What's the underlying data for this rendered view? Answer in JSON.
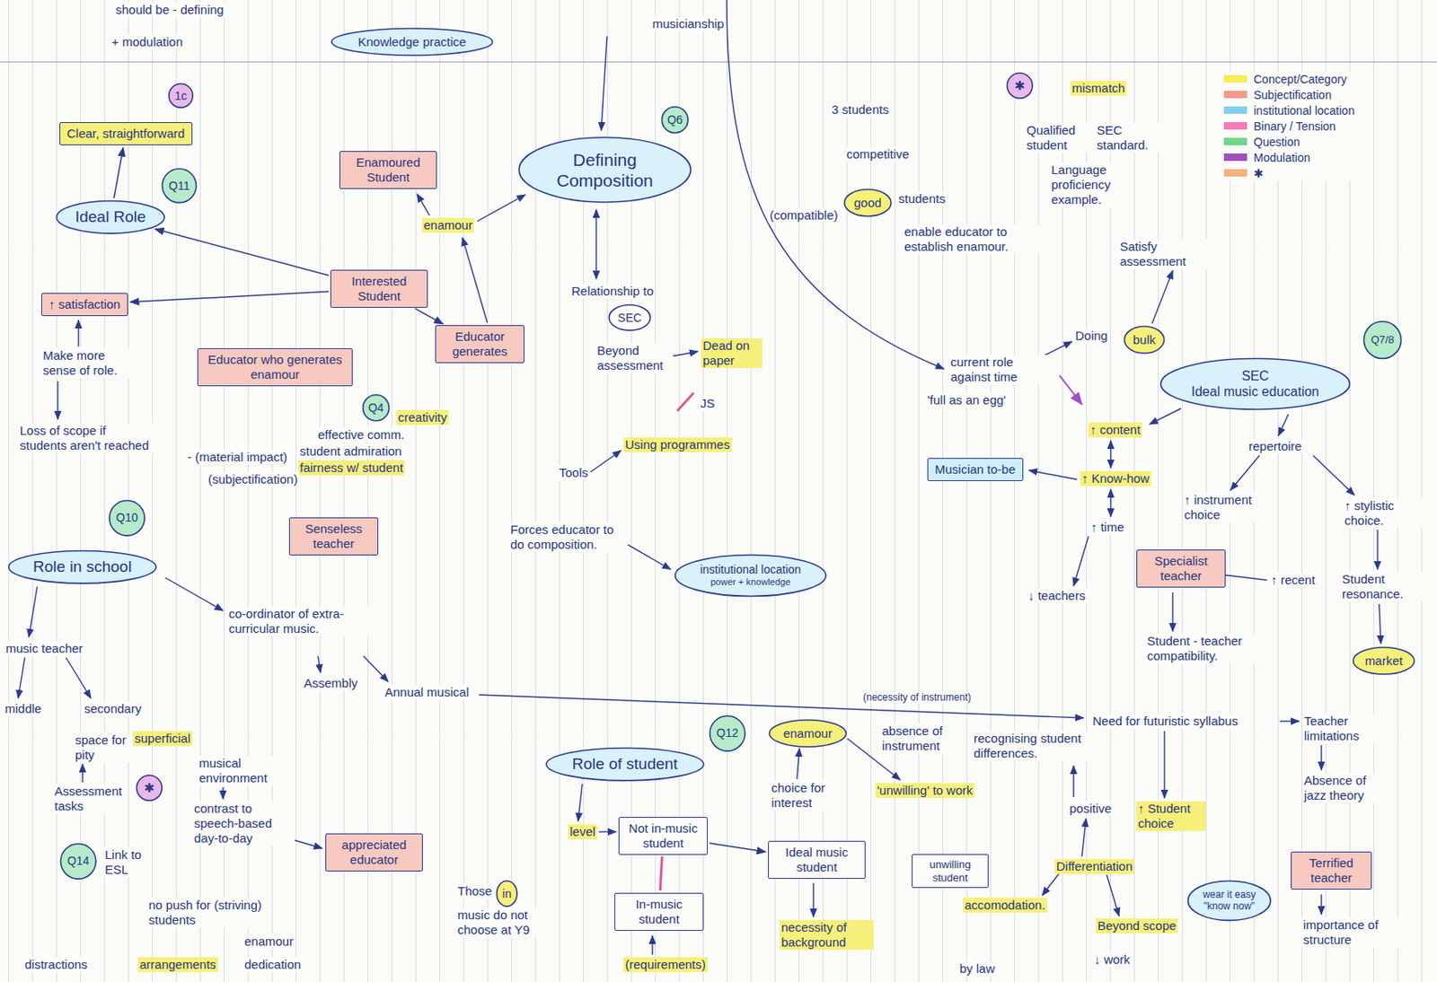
{
  "diagram": {
    "nodes": [
      {
        "text": [
          "Knowledge practice"
        ]
      },
      {
        "text": [
          "1c"
        ]
      },
      {
        "text": [
          "Clear, straightforward"
        ]
      },
      {
        "text": [
          "Q11"
        ]
      },
      {
        "text": [
          "Ideal Role"
        ]
      },
      {
        "text": [
          "Enamoured Student"
        ]
      },
      {
        "text": [
          "Defining Composition"
        ]
      },
      {
        "text": [
          "Q6"
        ]
      },
      {
        "text": [
          "Interested Student"
        ]
      },
      {
        "text": [
          "↑ satisfaction"
        ]
      },
      {
        "text": [
          "Educator who generates enamour"
        ]
      },
      {
        "text": [
          "Educator generates"
        ]
      },
      {
        "text": [
          "SEC"
        ]
      },
      {
        "text": [
          "Q4"
        ]
      },
      {
        "text": [
          "Q10"
        ]
      },
      {
        "text": [
          "Senseless teacher"
        ]
      },
      {
        "text": [
          "Role in school"
        ]
      },
      {
        "text": [
          "institutional location",
          "power + knowledge"
        ]
      },
      {
        "text": [
          "good"
        ]
      },
      {
        "text": [
          "✱"
        ]
      },
      {
        "text": [
          "Musician to-be"
        ]
      },
      {
        "text": [
          "bulk"
        ]
      },
      {
        "text": [
          "SEC",
          "Ideal music education"
        ]
      },
      {
        "text": [
          "Q7/8"
        ]
      },
      {
        "text": [
          "Specialist teacher"
        ]
      },
      {
        "text": [
          "market"
        ]
      },
      {
        "text": [
          "Q12"
        ]
      },
      {
        "text": [
          "Role of student"
        ]
      },
      {
        "text": [
          "enamour"
        ]
      },
      {
        "text": [
          "Not in-music student"
        ]
      },
      {
        "text": [
          "In-music student"
        ]
      },
      {
        "text": [
          "Ideal music student"
        ]
      },
      {
        "text": [
          "unwilling student"
        ]
      },
      {
        "text": [
          "Terrified teacher"
        ]
      },
      {
        "text": [
          "wear it easy",
          "\"know now\""
        ]
      },
      {
        "text": [
          "Q14"
        ]
      },
      {
        "text": [
          "appreciated educator"
        ]
      },
      {
        "text": [
          "✱"
        ]
      },
      {
        "text": [
          "in"
        ]
      }
    ],
    "edges": [
      {
        "from": 4,
        "to": 2,
        "arrow": "to"
      },
      {
        "from": 8,
        "to": 9,
        "arrow": "to"
      },
      {
        "from": 8,
        "to": 11,
        "arrow": "to"
      },
      {
        "from": 8,
        "to": 4,
        "arrow": "to"
      },
      {
        "from": 29,
        "to": 30,
        "arrow": "none"
      },
      {
        "from": 29,
        "to": 31,
        "arrow": "to"
      }
    ],
    "labels": [
      "should be - defining",
      "+ modulation",
      "musicianship",
      "3 students",
      "competitive",
      "students",
      "(compatible)",
      "enable educator to establish enamour.",
      "mismatch",
      "Qualified student",
      "SEC standard.",
      "Language proficiency example.",
      "Satisfy assessment",
      "Doing",
      "current role against time",
      "'full as an egg'",
      "↑ content",
      "↑ Know-how",
      "↑ time",
      "↓ teachers",
      "repertoire",
      "↑ instrument choice",
      "↑ stylistic choice.",
      "↑ recent",
      "Student resonance.",
      "Student - teacher compatibility.",
      "Need for futuristic syllabus",
      "Teacher limitations",
      "Absence of jazz theory",
      "importance of structure",
      "Relationship to",
      "Beyond assessment",
      "Dead on paper",
      "JS",
      "Using programmes",
      "Tools",
      "Forces educator to do composition.",
      "enamour",
      "creativity",
      "effective comm.",
      "student admiration",
      "fairness w/ student",
      "Make more sense of role.",
      "Loss of scope if students aren't reached",
      "- (material impact)",
      "(subjectification)",
      "co-ordinator of extra-curricular music.",
      "music teacher",
      "middle",
      "secondary",
      "Assembly",
      "Annual musical",
      "space for pity",
      "Assessment tasks",
      "superficial",
      "musical environment",
      "contrast to speech-based day-to-day",
      "Link to ESL",
      "no push for (striving) students",
      "enamour",
      "arrangements",
      "dedication",
      "distractions",
      "level",
      "Those",
      "music do not choose at Y9",
      "(requirements)",
      "choice for interest",
      "(necessity of instrument)",
      "absence of instrument",
      "recognising student differences.",
      "'unwilling' to work",
      "necessity of background",
      "accomodation.",
      "positive",
      "↑ Student choice",
      "Differentiation",
      "Beyond scope",
      "↓ work",
      "by law"
    ],
    "legend": [
      {
        "text": "Concept/Category",
        "color": "#f4ee55"
      },
      {
        "text": "Subjectification",
        "color": "#f29a8e"
      },
      {
        "text": "institutional location",
        "color": "#7fd0ef"
      },
      {
        "text": "Binary / Tension",
        "color": "#f27bb8"
      },
      {
        "text": "Question",
        "color": "#6fd68a"
      },
      {
        "text": "Modulation",
        "color": "#a04fc0"
      },
      {
        "text": "✱",
        "color": "#f7b07a"
      }
    ]
  }
}
